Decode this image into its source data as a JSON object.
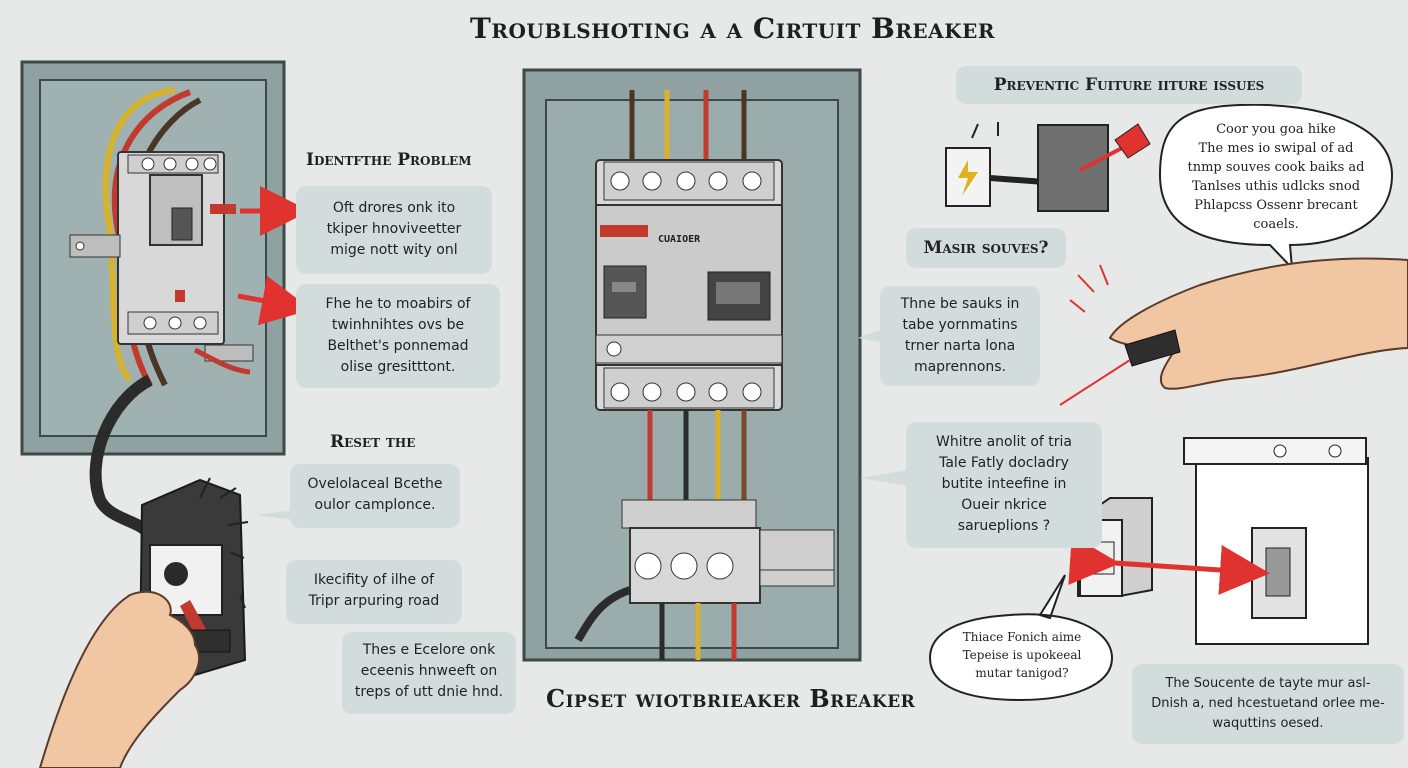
{
  "title": "Troublshoting a a Cirtuit Breaker",
  "bottom_title": "Cipset wiotbrieaker Breaker",
  "colors": {
    "background": "#e6e9e8",
    "panel": "#8fa2a1",
    "callout": "#d3dcdc",
    "arrow": "#e0332f",
    "breaker": "#d8d8d8"
  },
  "sections": {
    "identify": {
      "heading": "Identfthe Problem",
      "box1": [
        "Oft drores onk ito",
        "tkiper hnoviveetter",
        "mige nott wity onl"
      ],
      "box2": [
        "Fhe he to moabirs of",
        "twinhnihtes ovs be",
        "Belthet's ponnemad",
        "olise gresitttont."
      ]
    },
    "reset": {
      "heading": "Reset the",
      "box1": [
        "Ovelolaceal Bcethe",
        "oulor camplonce."
      ],
      "box2": [
        "Ikecifity of ilhe of",
        "Tripr arpuring road"
      ],
      "box3": [
        "Thes e Ecelore onk",
        "eceenis hnweeft on",
        "treps of utt dnie hnd."
      ]
    },
    "preventing": {
      "heading": "Preventic Fuiture iiture issues",
      "bubble": [
        "Coor you goa hike",
        "The mes io swipal of ad",
        "tnmp souves cook baiks ad",
        "Tanlses uthis udlcks snod",
        "Phlapcss Ossenr brecant",
        "coaels."
      ]
    },
    "main_sources": {
      "heading": "Masir souves?",
      "box": [
        "Thne be sauks in",
        "tabe yornmatins",
        "trner narta lona",
        "maprennons."
      ]
    },
    "white": {
      "box": [
        "Whitre anolit of tria",
        "Tale Fatly docladry",
        "butite inteefine in",
        "Oueir nkrice",
        "sarueplions ?"
      ],
      "bubble": [
        "Thiace Fonich aime",
        "Tepeise is upokeeal",
        "mutar tanigod?"
      ]
    },
    "bottom_right": {
      "box": [
        "The Soucente de tayte mur asl-",
        "Dnish a, ned hcestuetand orlee me-",
        "waquttins oesed."
      ]
    },
    "breaker_label": "CUAIOER"
  }
}
